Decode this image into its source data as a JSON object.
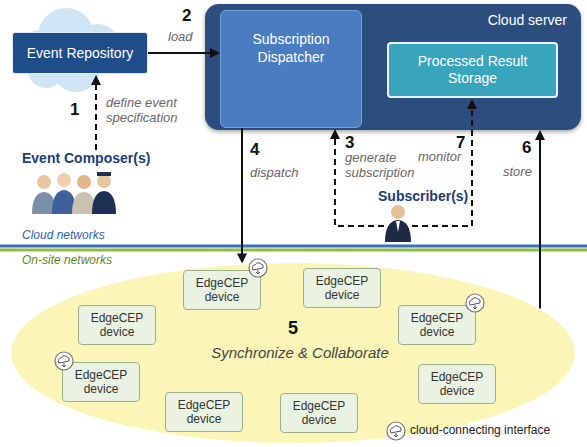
{
  "diagram": {
    "nodes": [
      {
        "text": [
          "Event Repository"
        ]
      },
      {
        "text": [
          "Cloud server"
        ]
      },
      {
        "text": [
          "Subscription Dispatcher"
        ],
        "in": 1
      },
      {
        "text": [
          "Processed Result Storage"
        ],
        "in": 1
      },
      {
        "text": [
          "5",
          "Synchronize & Collaborate"
        ]
      },
      {
        "text": [
          "EdgeCEP device"
        ],
        "in": 4
      },
      {
        "text": [
          "EdgeCEP device"
        ],
        "in": 4
      },
      {
        "text": [
          "EdgeCEP device"
        ],
        "in": 4
      },
      {
        "text": [
          "EdgeCEP device"
        ],
        "in": 4
      },
      {
        "text": [
          "EdgeCEP device"
        ],
        "in": 4
      },
      {
        "text": [
          "EdgeCEP device"
        ],
        "in": 4
      },
      {
        "text": [
          "EdgeCEP device"
        ],
        "in": 4
      },
      {
        "text": [
          "EdgeCEP device"
        ],
        "in": 4
      }
    ],
    "edges": [
      {
        "from": 0,
        "to": 2,
        "arrow": "to",
        "label": "load"
      },
      {
        "from": 2,
        "to": 4,
        "arrow": "to",
        "label": "dispatch"
      },
      {
        "from": 4,
        "to": 1,
        "arrow": "to",
        "label": "store"
      }
    ],
    "labels": [
      "1",
      "define event specification",
      "Event Composer(s)",
      "2",
      "3",
      "generate subscription",
      "4",
      "Subscriber(s)",
      "6",
      "7",
      "monitor",
      "Cloud networks",
      "On-site networks"
    ],
    "legend": [
      {
        "text": "cloud-connecting interface"
      }
    ]
  }
}
